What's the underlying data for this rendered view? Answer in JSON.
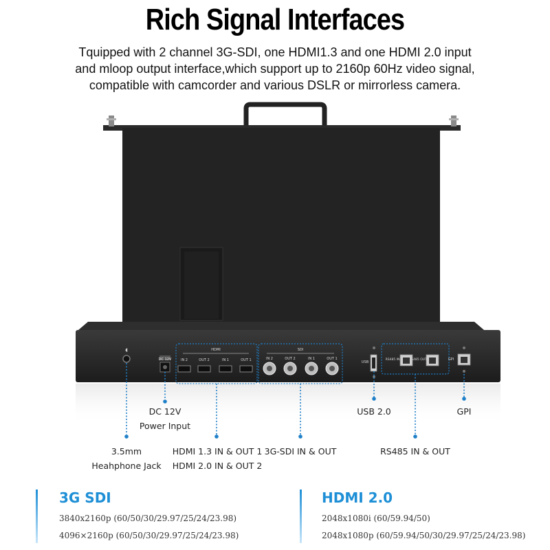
{
  "title": "Rich Signal Interfaces",
  "description": [
    "Tquipped with 2 channel 3G-SDI, one HDMI1.3 and one HDMI 2.0 input",
    "and mloop output interface,which support up to 2160p 60Hz video signal,",
    "compatible with camcorder and various DSLR or mirrorless camera."
  ],
  "panel": {
    "hdmi_group": "HDMI",
    "hdmi_ports": [
      "IN 2",
      "OUT 2",
      "IN 1",
      "OUT 1"
    ],
    "sdi_group": "SDI",
    "sdi_ports": [
      "IN 2",
      "OUT 2",
      "IN 1",
      "OUT 1"
    ],
    "dc_label": "DC 12V",
    "usb_label": "USB",
    "rs485_in": "RS485 IN",
    "rs485_out": "RS485 OUT",
    "gpi_label": "GPI"
  },
  "callouts": {
    "dc": [
      "DC 12V",
      "Power Input"
    ],
    "usb": "USB 2.0",
    "gpi": "GPI",
    "jack": [
      "3.5mm",
      "Heahphone Jack"
    ],
    "hdmi": [
      "HDMI 1.3 IN & OUT 1",
      "HDMI 2.0 IN & OUT 2"
    ],
    "sdi": "3G-SDI IN & OUT",
    "rs485": "RS485 IN & OUT"
  },
  "specs": {
    "sdi": {
      "heading": "3G SDI",
      "lines": [
        "3840x2160p (60/50/30/29.97/25/24/23.98)",
        "4096×2160p (60/50/30/29.97/25/24/23.98)"
      ]
    },
    "hdmi": {
      "heading": "HDMI 2.0",
      "lines": [
        "2048x1080i (60/59.94/50)",
        "2048x1080p (60/59.94/50/30/29.97/25/24/23.98)"
      ]
    }
  },
  "colors": {
    "accent": "#1e8fd6",
    "dotted_line": "#1e7fc8",
    "device_body": "#2b2b2b",
    "screen": "#232323"
  }
}
